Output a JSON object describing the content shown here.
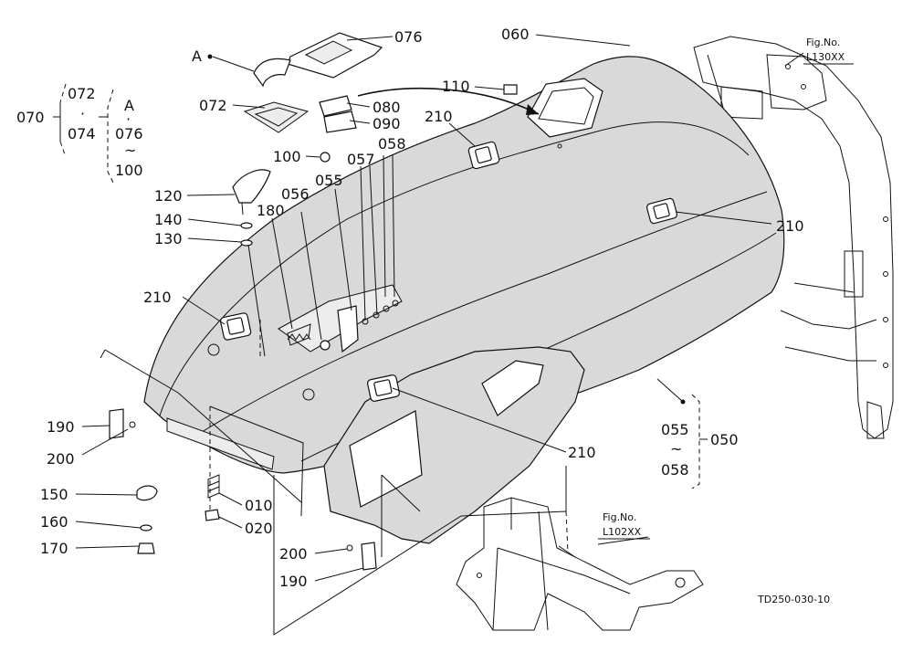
{
  "labels": {
    "p060": "060",
    "p076": "076",
    "pA_top": "A",
    "p110": "110",
    "p072": "072",
    "p080": "080",
    "p090": "090",
    "p210_top": "210",
    "p100": "100",
    "p058": "058",
    "p057": "057",
    "p055": "055",
    "p056": "056",
    "p120": "120",
    "p180": "180",
    "p140": "140",
    "p130": "130",
    "p210_right": "210",
    "p210_left": "210",
    "p190_left": "190",
    "p200_left": "200",
    "p150": "150",
    "p160": "160",
    "p170": "170",
    "p010": "010",
    "p020": "020",
    "p210_bottom": "210",
    "p200_bottom": "200",
    "p190_bottom": "190"
  },
  "group_070": {
    "id": "070",
    "item1": "072",
    "dot1": "·",
    "item2": "074",
    "sub_A": "A",
    "dot2": "·",
    "sub_from": "076",
    "tilde": "~",
    "sub_to": "100"
  },
  "group_050": {
    "id": "050",
    "from": "055",
    "tilde": "~",
    "to": "058"
  },
  "fig_top": {
    "title": "Fig.No.",
    "code": "L130XX"
  },
  "fig_bottom": {
    "title": "Fig.No.",
    "code": "L102XX"
  },
  "diagram_code": "TD250-030-10"
}
